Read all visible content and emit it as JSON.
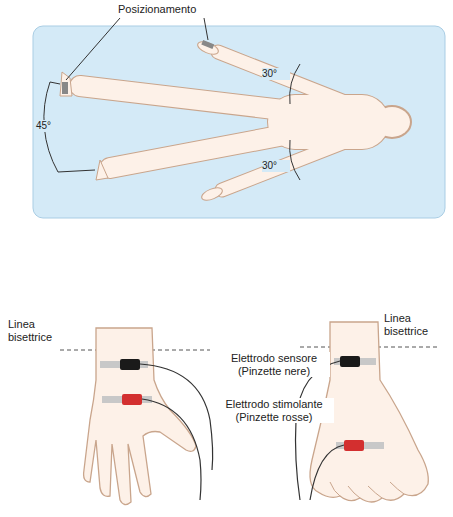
{
  "diagram": {
    "labels": [
      "Posizionamento",
      "45°",
      "30°",
      "30°",
      "Linea bisettrice",
      "Linea bisettrice",
      "Elettrodo sensore (Pinzette nere)",
      "Elettrodo stimolante (Pinzette rosse)"
    ]
  }
}
